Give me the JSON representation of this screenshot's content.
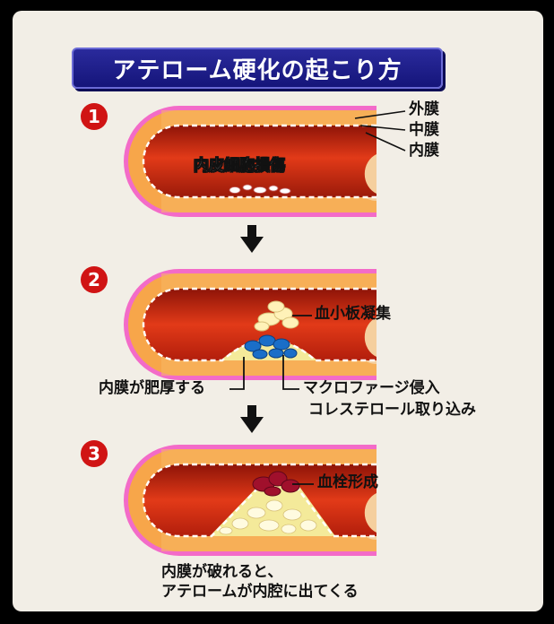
{
  "title": "アテローム硬化の起こり方",
  "steps": [
    {
      "number": "1",
      "labels": {
        "outer": "外膜",
        "middle": "中膜",
        "inner": "内膜",
        "damage": "内皮細胞損傷"
      }
    },
    {
      "number": "2",
      "labels": {
        "platelet": "血小板凝集",
        "thickening": "内膜が肥厚する",
        "macrophage": "マクロファージ侵入",
        "cholesterol": "コレステロール取り込み"
      }
    },
    {
      "number": "3",
      "labels": {
        "thrombus": "血栓形成",
        "rupture_line1": "内膜が破れると、",
        "rupture_line2": "アテロームが内腔に出てくる"
      }
    }
  ],
  "colors": {
    "title_bg": "#1b1b86",
    "outer_layer": "#f36bc8",
    "middle_layer": "#f7a64a",
    "lumen": "#d42a10",
    "plaque": "#f4ea9a",
    "macrophage": "#1a6ec8",
    "step_badge": "#d01414"
  },
  "icons": [
    "down-arrow-icon",
    "down-arrow-icon"
  ]
}
